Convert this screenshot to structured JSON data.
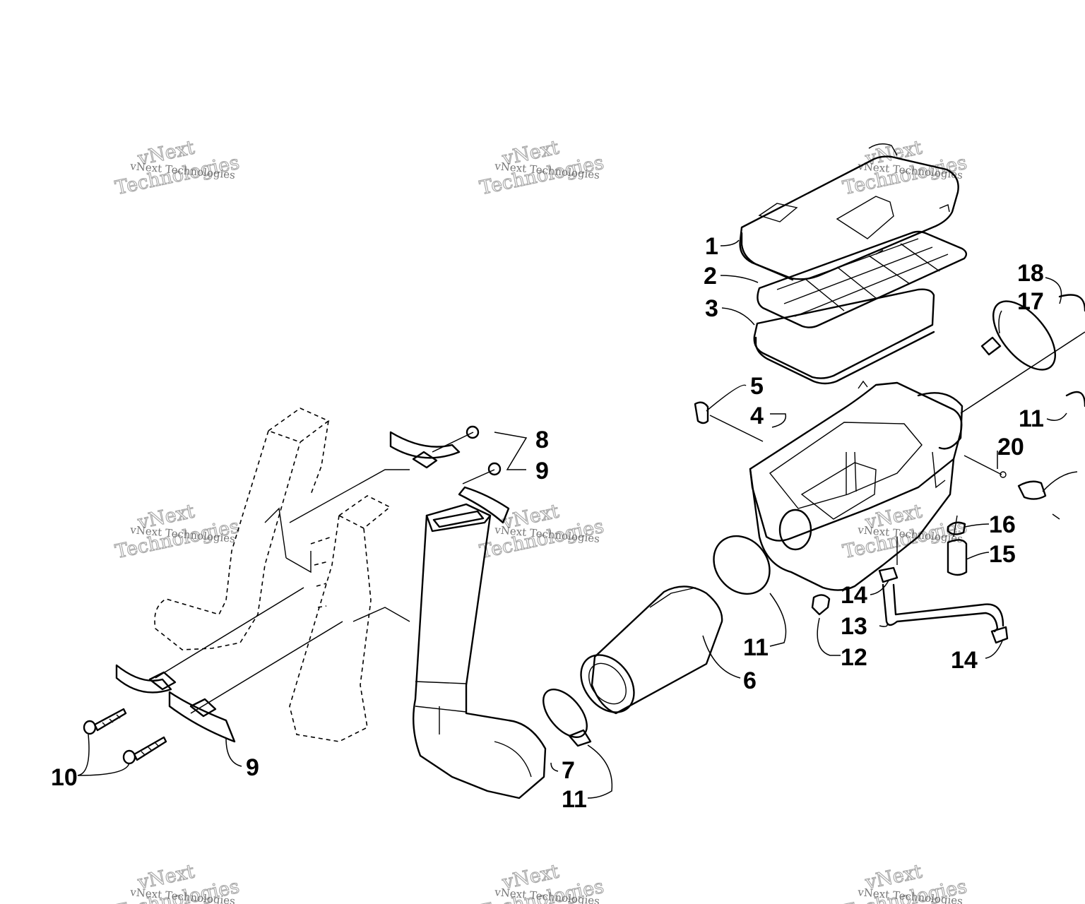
{
  "callouts": {
    "c1": "1",
    "c2": "2",
    "c3": "3",
    "c4": "4",
    "c5": "5",
    "c6": "6",
    "c7": "7",
    "c8": "8",
    "c9a": "9",
    "c9b": "9",
    "c10": "10",
    "c11a": "11",
    "c11b": "11",
    "c11c": "11",
    "c12": "12",
    "c13": "13",
    "c14a": "14",
    "c14b": "14",
    "c15": "15",
    "c16": "16",
    "c17": "17",
    "c18": "18",
    "c20": "20"
  },
  "watermark": {
    "brand": "vNext Technologies",
    "line1": "vNext",
    "line2": "Technologies"
  }
}
